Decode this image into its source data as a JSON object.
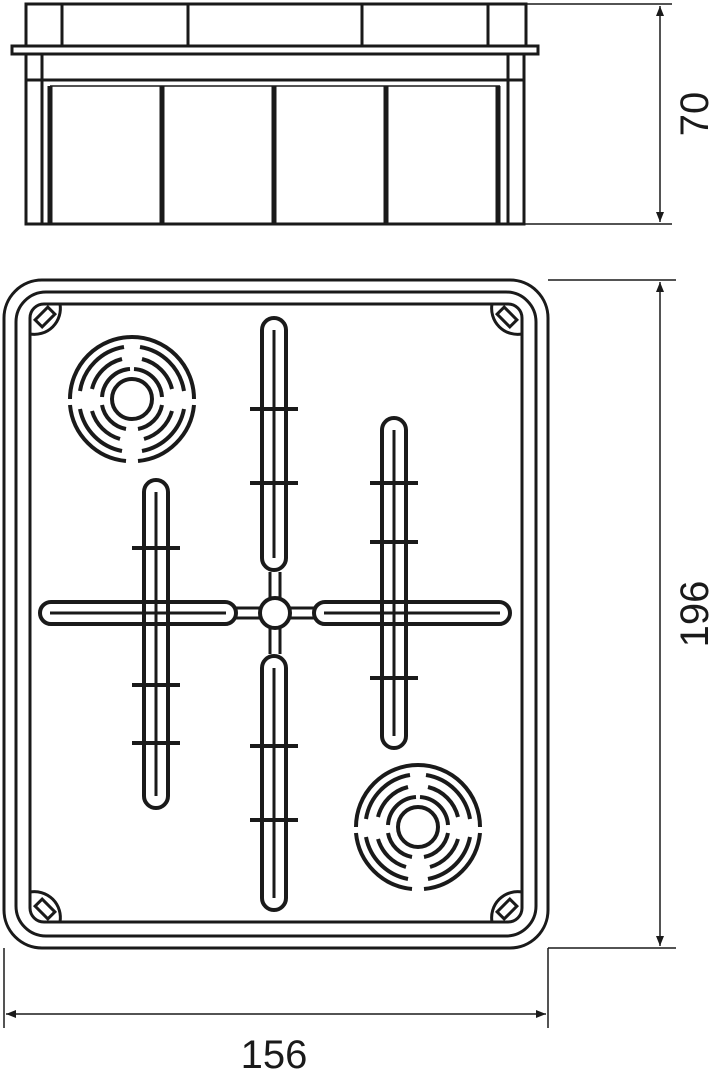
{
  "dimensions": {
    "height_label": "70",
    "length_label": "196",
    "width_label": "156"
  },
  "colors": {
    "line": "#1a1a1a",
    "background": "#ffffff"
  }
}
